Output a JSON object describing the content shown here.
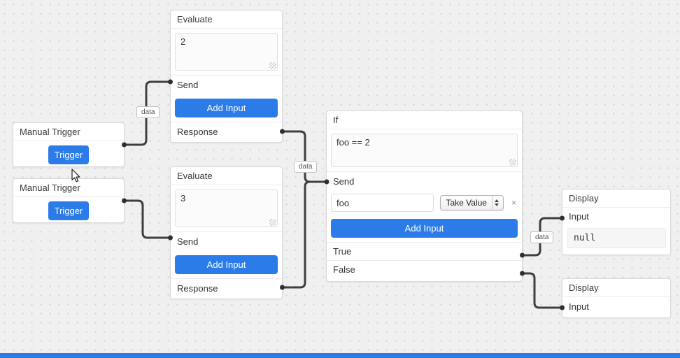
{
  "ui": {
    "accent": "#2b7ce9",
    "background": "#f0f0f1",
    "wire_color": "#3f3f3f",
    "bottom_bar_color": "#2b7ce9"
  },
  "edges": {
    "e1": "data",
    "e2": "data",
    "e3": "data"
  },
  "nodes": {
    "trigger1": {
      "title": "Manual Trigger",
      "button": "Trigger"
    },
    "trigger2": {
      "title": "Manual Trigger",
      "button": "Trigger"
    },
    "evaluate1": {
      "title": "Evaluate",
      "expression": "2",
      "send": "Send",
      "add_input": "Add Input",
      "response": "Response"
    },
    "evaluate2": {
      "title": "Evaluate",
      "expression": "3",
      "send": "Send",
      "add_input": "Add Input",
      "response": "Response"
    },
    "if1": {
      "title": "If",
      "expression": "foo == 2",
      "send": "Send",
      "input_value": "foo",
      "select_value": "Take Value",
      "remove": "×",
      "add_input": "Add Input",
      "true_label": "True",
      "false_label": "False"
    },
    "display1": {
      "title": "Display",
      "input": "Input",
      "value": "null"
    },
    "display2": {
      "title": "Display",
      "input": "Input"
    }
  }
}
